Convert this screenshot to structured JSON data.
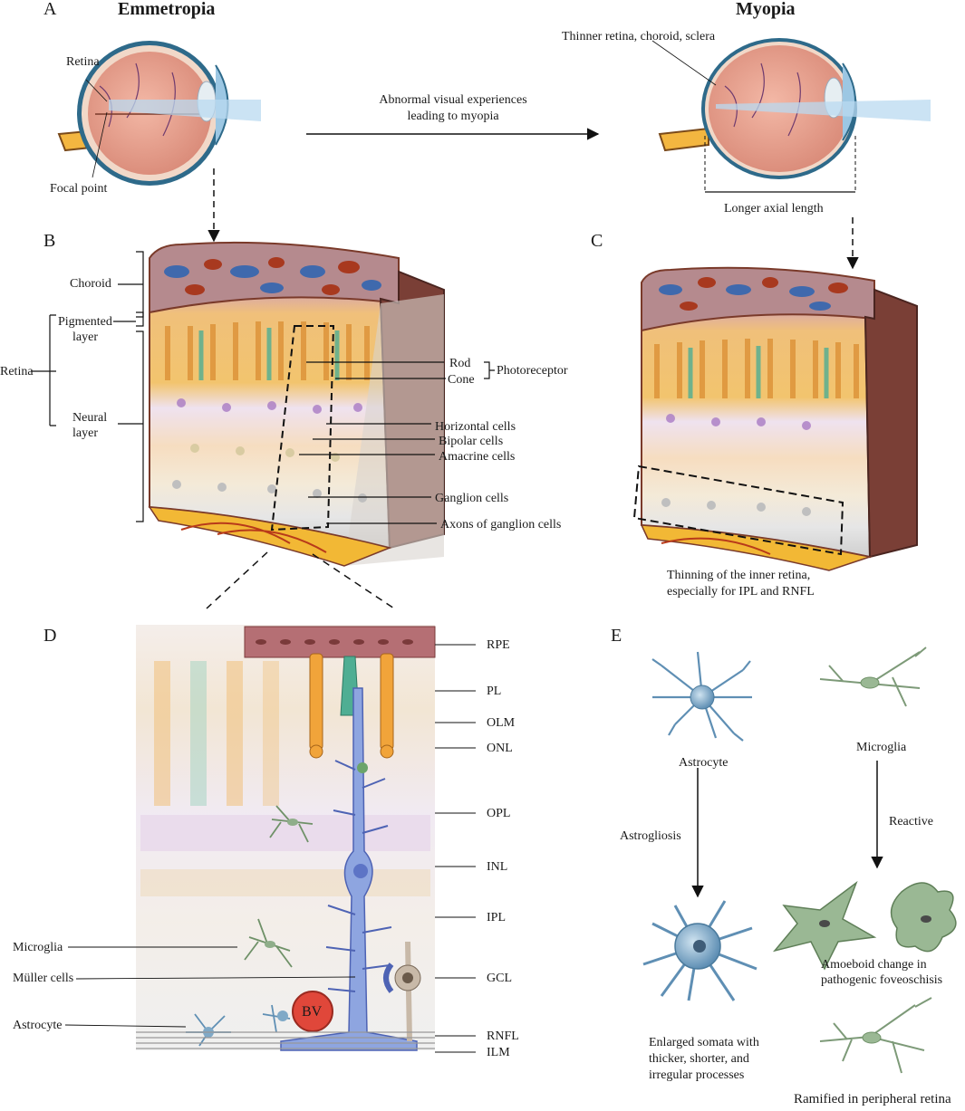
{
  "panels": {
    "a": "A",
    "b": "B",
    "c": "C",
    "d": "D",
    "e": "E"
  },
  "panel_a": {
    "title_left": "Emmetropia",
    "title_right": "Myopia",
    "retina_label": "Retina",
    "focal_point_label": "Focal point",
    "arrow_text_line1": "Abnormal visual experiences",
    "arrow_text_line2": "leading to myopia",
    "thinner_label": "Thinner retina, choroid, sclera",
    "axial_label": "Longer axial length"
  },
  "panel_b": {
    "choroid": "Choroid",
    "pigmented_line1": "Pigmented",
    "pigmented_line2": "layer",
    "retina": "Retina",
    "neural_line1": "Neural",
    "neural_line2": "layer",
    "rod": "Rod",
    "cone": "Cone",
    "photoreceptor": "Photoreceptor",
    "horizontal": "Horizontal cells",
    "bipolar": "Bipolar cells",
    "amacrine": "Amacrine cells",
    "ganglion": "Ganglion cells",
    "axons": "Axons of ganglion cells"
  },
  "panel_c": {
    "caption_line1": "Thinning of the inner retina,",
    "caption_line2": "especially for IPL and RNFL"
  },
  "panel_d": {
    "layers": [
      "RPE",
      "PL",
      "OLM",
      "ONL",
      "OPL",
      "INL",
      "IPL",
      "GCL",
      "RNFL",
      "ILM"
    ],
    "microglia": "Microglia",
    "muller": "Müller cells",
    "astrocyte": "Astrocyte",
    "bv": "BV"
  },
  "panel_e": {
    "astrocyte": "Astrocyte",
    "microglia": "Microglia",
    "astrogliosis": "Astrogliosis",
    "reactive": "Reactive",
    "enlarged_line1": "Enlarged somata with",
    "enlarged_line2": "thicker, shorter, and",
    "enlarged_line3": "irregular processes",
    "amoeboid_line1": "Amoeboid change in",
    "amoeboid_line2": "pathogenic foveoschisis",
    "ramified": "Ramified in peripheral retina"
  },
  "colors": {
    "choroid": "#b58a8e",
    "vessel_blue": "#3f69ad",
    "vessel_red": "#a8391f",
    "photoreceptor": "#e9a94a",
    "cone_green": "#4fae93",
    "muller_blue": "#8ea5e0",
    "astrocyte_blue": "#7fa9c7",
    "microglia_green": "#8fae8a",
    "bv_red": "#e0473a",
    "sclera_yellow": "#f2b835"
  }
}
